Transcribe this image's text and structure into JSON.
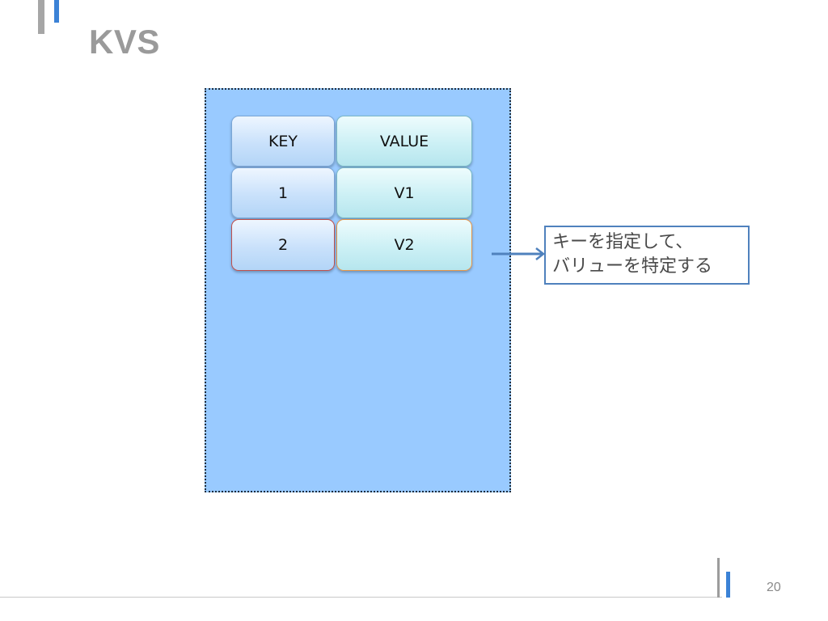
{
  "slide": {
    "title": "KVS",
    "page_number": "20"
  },
  "table": {
    "header": {
      "key": "KEY",
      "value": "VALUE"
    },
    "rows": [
      {
        "key": "1",
        "value": "V1",
        "selected": false
      },
      {
        "key": "2",
        "value": "V2",
        "selected": true
      }
    ]
  },
  "callout": {
    "line1": "キーを指定して、",
    "line2": "バリューを特定する"
  },
  "colors": {
    "accent_blue": "#3b82d6",
    "store_fill": "#99caff",
    "callout_border": "#4f81bd",
    "arrow": "#4f81bd",
    "selected_key_border": "#c0504d",
    "selected_value_border": "#e5964a",
    "title_gray": "#9a9a9a"
  }
}
